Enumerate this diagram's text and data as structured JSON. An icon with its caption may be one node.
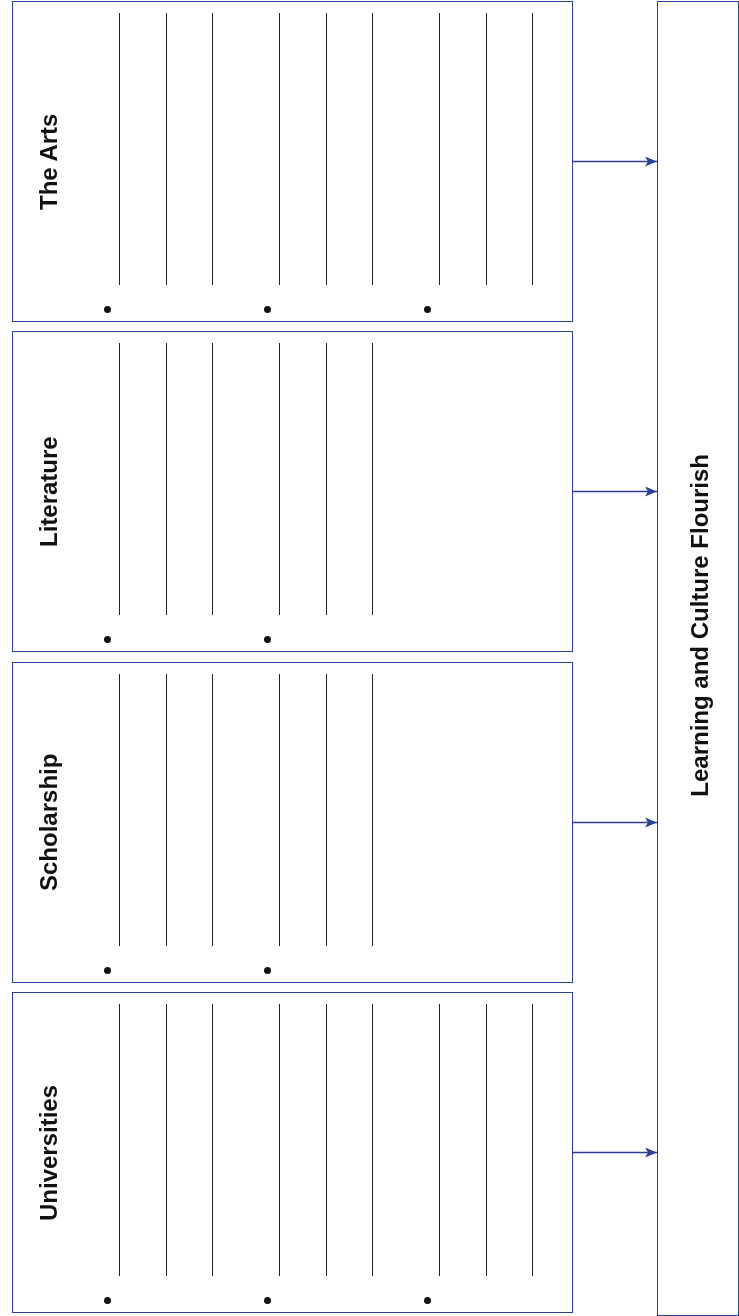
{
  "diagram": {
    "nodes": [
      {
        "text": [
          "The Arts"
        ]
      },
      {
        "text": [
          "Literature"
        ]
      },
      {
        "text": [
          "Scholarship"
        ]
      },
      {
        "text": [
          "Universities"
        ]
      },
      {
        "text": [
          "Learning and Culture Flourish"
        ]
      }
    ],
    "edges": [
      {
        "from": 0,
        "to": 4,
        "arrow": "to"
      },
      {
        "from": 1,
        "to": 4,
        "arrow": "to"
      },
      {
        "from": 2,
        "to": 4,
        "arrow": "to"
      },
      {
        "from": 3,
        "to": 4,
        "arrow": "to"
      }
    ]
  }
}
